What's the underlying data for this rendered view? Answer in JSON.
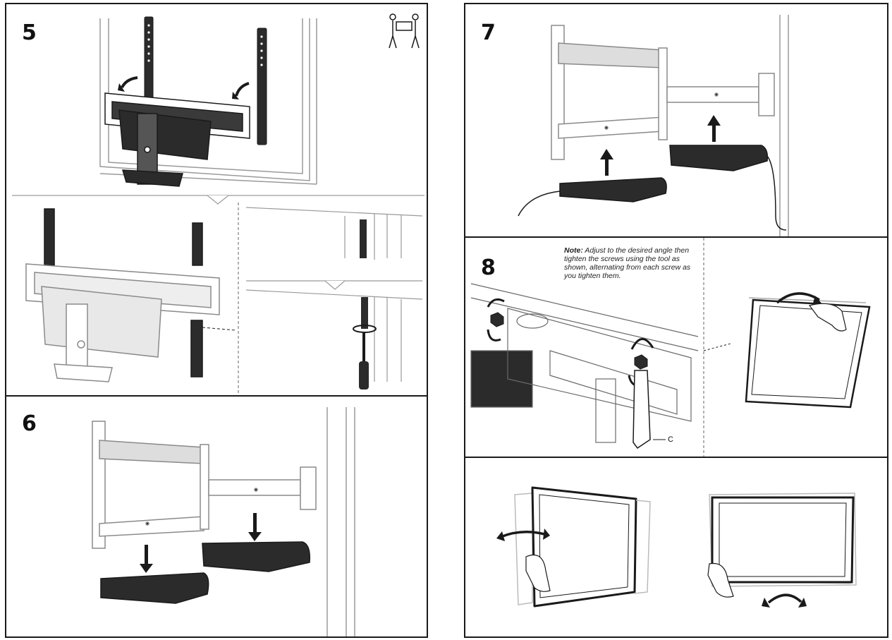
{
  "steps": [
    {
      "number": "5"
    },
    {
      "number": "6"
    },
    {
      "number": "7"
    },
    {
      "number": "8"
    }
  ],
  "note": {
    "label": "Note:",
    "text": " Adjust to the desired angle then tighten the screws using the tool as shown, alternating from each screw as you tighten them."
  },
  "callout": {
    "tool_letter": "C"
  },
  "colors": {
    "line": "#1a1a1a",
    "light_line": "#9a9a9a",
    "fill_dark": "#2b2b2b",
    "fill_light": "#e8e8e8"
  },
  "icons": [
    "two-person-lift-icon",
    "rotate-arrow-icon",
    "down-arrow-icon",
    "up-arrow-icon",
    "screwdriver-icon",
    "wrench-icon",
    "tilt-arrow-icon",
    "swivel-arrow-icon",
    "hand-icon"
  ]
}
